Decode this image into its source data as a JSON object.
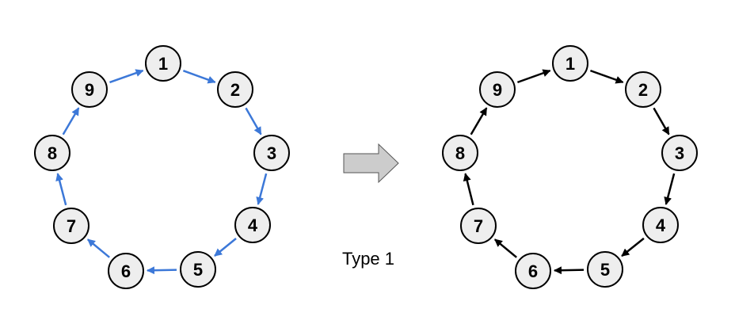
{
  "caption": "Type 1",
  "colors": {
    "node_fill": "#eeeeee",
    "node_stroke": "#000000",
    "left_arrow": "#3c78d8",
    "right_arrow": "#000000",
    "transform_arrow_fill": "#cccccc",
    "transform_arrow_stroke": "#555555"
  },
  "rings": [
    {
      "name": "left-ring",
      "arrow_color_key": "left_arrow",
      "nodes": [
        "1",
        "2",
        "3",
        "4",
        "5",
        "6",
        "7",
        "8",
        "9"
      ],
      "edges": [
        [
          "1",
          "2"
        ],
        [
          "2",
          "3"
        ],
        [
          "3",
          "4"
        ],
        [
          "4",
          "5"
        ],
        [
          "5",
          "6"
        ],
        [
          "6",
          "7"
        ],
        [
          "7",
          "8"
        ],
        [
          "8",
          "9"
        ],
        [
          "9",
          "1"
        ]
      ]
    },
    {
      "name": "right-ring",
      "arrow_color_key": "right_arrow",
      "nodes": [
        "1",
        "2",
        "3",
        "4",
        "5",
        "6",
        "7",
        "8",
        "9"
      ],
      "edges": [
        [
          "1",
          "2"
        ],
        [
          "2",
          "3"
        ],
        [
          "3",
          "4"
        ],
        [
          "4",
          "5"
        ],
        [
          "5",
          "6"
        ],
        [
          "6",
          "7"
        ],
        [
          "7",
          "8"
        ],
        [
          "8",
          "9"
        ],
        [
          "9",
          "1"
        ]
      ]
    }
  ]
}
